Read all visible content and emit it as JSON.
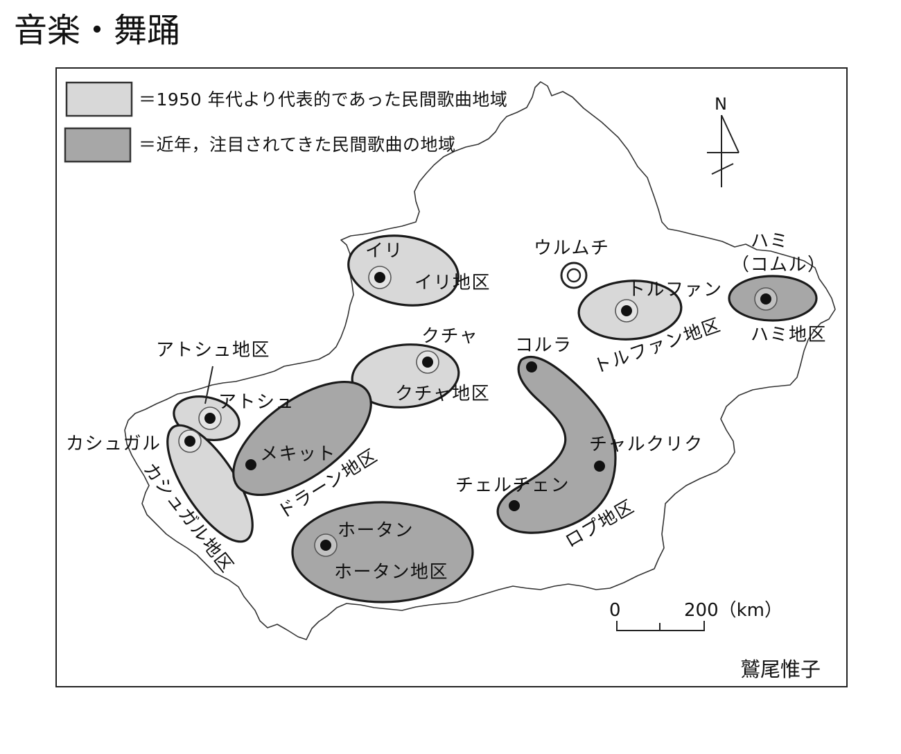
{
  "title": "音楽・舞踊",
  "colors": {
    "established": "#d8d8d8",
    "recent": "#a7a7a7"
  },
  "legend": {
    "established": "＝1950 年代より代表的であった民間歌曲地域",
    "recent": "＝近年，注目されてきた民間歌曲の地域"
  },
  "north_label": "N",
  "scale": {
    "zero": "0",
    "end": "200（km）"
  },
  "credit": "鷲尾惟子",
  "regions": {
    "established": {
      "ili": "イリ地区",
      "turfan": "トルファン地区",
      "kucha": "クチャ地区",
      "atush": "アトシュ地区",
      "kashgar": "カシュガル地区"
    },
    "recent": {
      "hami": "ハミ地区",
      "dolan": "ドラーン地区",
      "hotan": "ホータン地区",
      "lop": "ロプ地区"
    }
  },
  "places": {
    "ili": "イリ",
    "urumqi": "ウルムチ",
    "turfan": "トルファン",
    "hami": "ハミ",
    "hami_alt": "（コムル）",
    "kucha": "クチャ",
    "korla": "コルラ",
    "atush": "アトシュ",
    "kashgar": "カシュガル",
    "mekit": "メキット",
    "hotan": "ホータン",
    "charkilik": "チャルクリク",
    "cherchen": "チェルチェン"
  }
}
